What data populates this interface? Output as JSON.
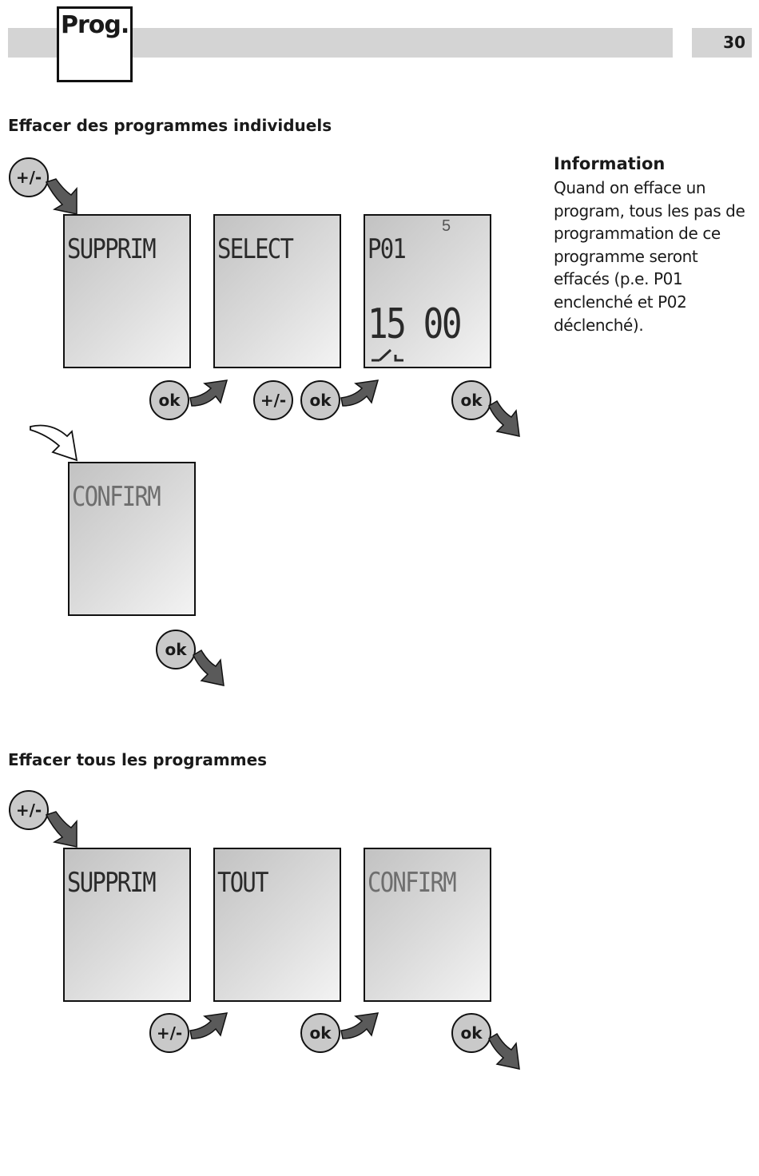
{
  "header": {
    "section_label": "Prog.",
    "page_number": "30"
  },
  "section1": {
    "title": "Effacer des programmes individuels",
    "start_button": "+/-",
    "displays": [
      {
        "text": "SUPPRIM"
      },
      {
        "text": "SELECT"
      },
      {
        "text": "P01",
        "step": "5",
        "time": "15 00"
      },
      {
        "text": "CONFIRM"
      }
    ],
    "buttons": [
      "ok",
      "+/-",
      "ok",
      "ok",
      "ok"
    ]
  },
  "information": {
    "title": "Information",
    "body": "Quand on efface un program, tous les pas de programmation de ce programme seront effacés (p.e. P01 enclenché et P02 déclenché)."
  },
  "section2": {
    "title": "Effacer tous les programmes",
    "start_button": "+/-",
    "displays": [
      {
        "text": "SUPPRIM"
      },
      {
        "text": "TOUT"
      },
      {
        "text": "CONFIRM"
      }
    ],
    "buttons": [
      "+/-",
      "ok",
      "ok"
    ]
  },
  "colors": {
    "header_bar": "#d4d4d4",
    "button_fill": "#c9c9c9",
    "arrow_fill": "#5a5a5a"
  }
}
